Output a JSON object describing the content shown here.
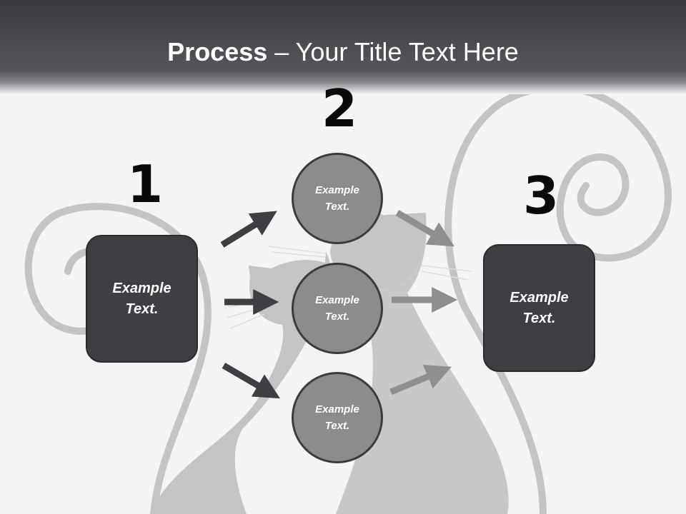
{
  "header": {
    "title_bold": "Process",
    "title_rest": " – Your Title Text Here"
  },
  "steps": [
    {
      "number": "1",
      "label": "Example\nText."
    },
    {
      "number": "2",
      "circles": [
        "Example\nText.",
        "Example\nText.",
        "Example\nText."
      ]
    },
    {
      "number": "3",
      "label": "Example\nText."
    }
  ],
  "colors": {
    "header": "#4a494e",
    "box": "#3f3e43",
    "circle": "#8c8c8c",
    "arrow_dark": "#3f3e43",
    "arrow_light": "#8f8f8f",
    "background_art": "#c4c4c4"
  }
}
